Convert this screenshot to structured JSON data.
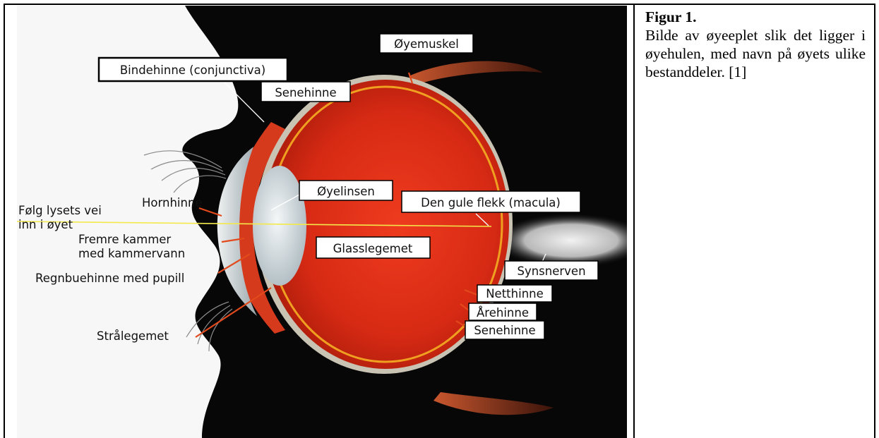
{
  "caption": {
    "title": "Figur 1.",
    "body": "Bilde av øyeeplet slik det ligger i øyehulen, med navn på øyets ulike bestanddeler. [1]"
  },
  "figure": {
    "labels": {
      "oyemuskel": "Øyemuskel",
      "bindehinne": "Bindehinne (conjunctiva)",
      "senehinne_top": "Senehinne",
      "oyelinsen": "Øyelinsen",
      "hornhinne": "Hornhinne",
      "macula": "Den gule flekk (macula)",
      "folg_line1": "Følg lysets vei",
      "folg_line2": "inn i øyet",
      "fremre_line1": "Fremre kammer",
      "fremre_line2": "med kammervann",
      "glasslegemet": "Glasslegemet",
      "regnbuehinne": "Regnbuehinne med pupill",
      "synsnerven": "Synsnerven",
      "netthinne": "Netthinne",
      "arehinne": "Årehinne",
      "senehinne_bottom": "Senehinne",
      "stralegemet": "Strålegemet"
    }
  },
  "colors": {
    "background": "#060606",
    "eye_red": "#e8321a",
    "lens": "#c9d2d6",
    "light_ray": "#f3e94a",
    "leader": "#e24a1c"
  }
}
